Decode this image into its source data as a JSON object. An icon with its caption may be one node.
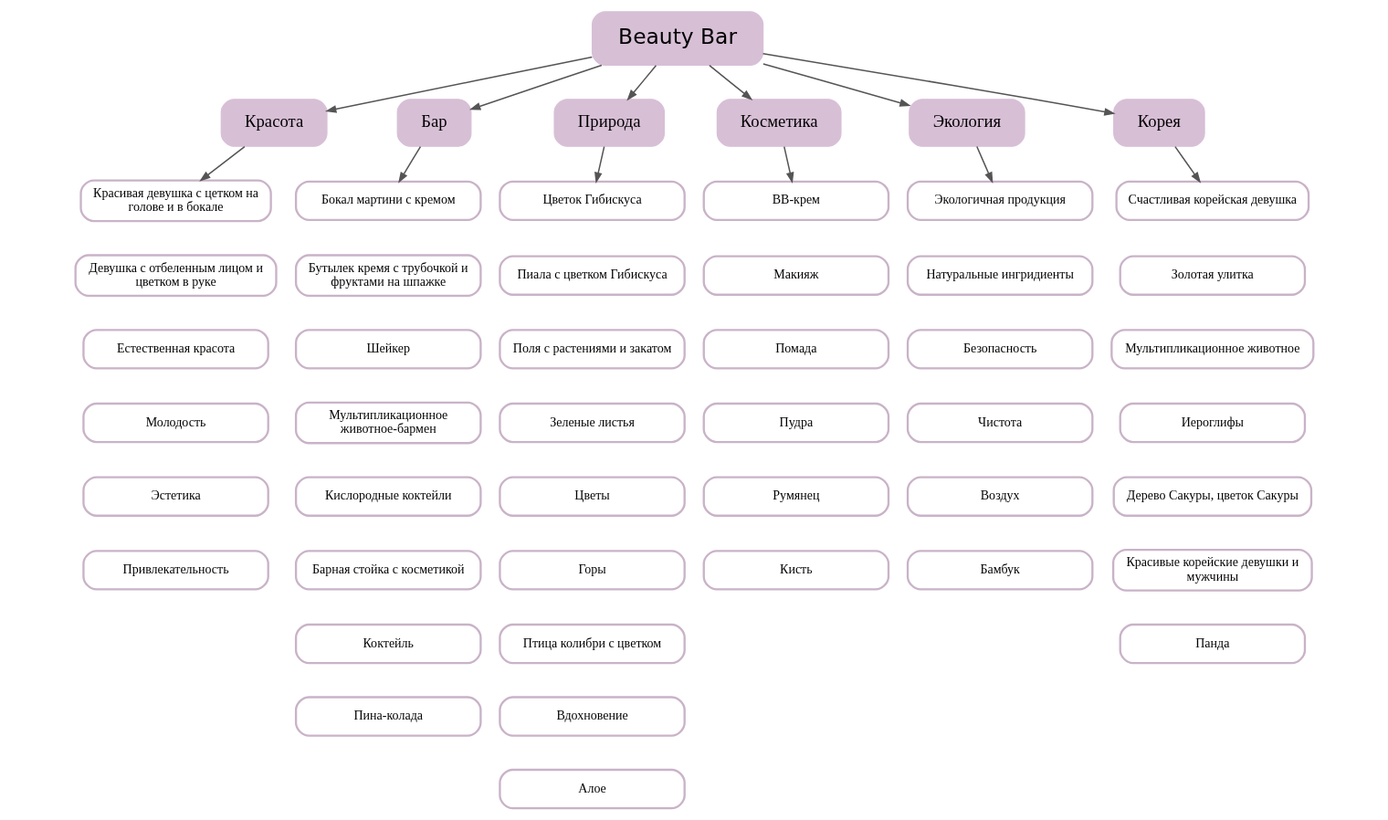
{
  "diagram": {
    "nodes": [
      {
        "text": [
          "Beauty Bar"
        ]
      },
      {
        "text": [
          "Красота"
        ]
      },
      {
        "text": [
          "Красивая девушка с цетком на голове и в бокале"
        ]
      },
      {
        "text": [
          "Девушка с отбеленным лицом и цветком в руке"
        ]
      },
      {
        "text": [
          "Естественная красота"
        ]
      },
      {
        "text": [
          "Молодость"
        ]
      },
      {
        "text": [
          "Эстетика"
        ]
      },
      {
        "text": [
          "Привлекательность"
        ]
      },
      {
        "text": [
          "Бар"
        ]
      },
      {
        "text": [
          "Бокал мартини с кремом"
        ]
      },
      {
        "text": [
          "Бутылек кремя с трубочкой и фруктами на шпажке"
        ]
      },
      {
        "text": [
          "Шейкер"
        ]
      },
      {
        "text": [
          "Мультипликационное животное-бармен"
        ]
      },
      {
        "text": [
          "Кислородные коктейли"
        ]
      },
      {
        "text": [
          "Барная стойка с косметикой"
        ]
      },
      {
        "text": [
          "Коктейль"
        ]
      },
      {
        "text": [
          "Пина-колада"
        ]
      },
      {
        "text": [
          "Природа"
        ]
      },
      {
        "text": [
          "Цветок Гибискуса"
        ]
      },
      {
        "text": [
          "Пиала с цветком Гибискуса"
        ]
      },
      {
        "text": [
          "Поля с растениями и закатом"
        ]
      },
      {
        "text": [
          "Зеленые листья"
        ]
      },
      {
        "text": [
          "Цветы"
        ]
      },
      {
        "text": [
          "Горы"
        ]
      },
      {
        "text": [
          "Птица колибри с цветком"
        ]
      },
      {
        "text": [
          "Вдохновение"
        ]
      },
      {
        "text": [
          "Алое"
        ]
      },
      {
        "text": [
          "Косметика"
        ]
      },
      {
        "text": [
          "BB-крем"
        ]
      },
      {
        "text": [
          "Макияж"
        ]
      },
      {
        "text": [
          "Помада"
        ]
      },
      {
        "text": [
          "Пудра"
        ]
      },
      {
        "text": [
          "Румянец"
        ]
      },
      {
        "text": [
          "Кисть"
        ]
      },
      {
        "text": [
          "Экология"
        ]
      },
      {
        "text": [
          "Экологичная продукция"
        ]
      },
      {
        "text": [
          "Натуральные ингридиенты"
        ]
      },
      {
        "text": [
          "Безопасность"
        ]
      },
      {
        "text": [
          "Чистота"
        ]
      },
      {
        "text": [
          "Воздух"
        ]
      },
      {
        "text": [
          "Бамбук"
        ]
      },
      {
        "text": [
          "Корея"
        ]
      },
      {
        "text": [
          "Счастливая корейская девушка"
        ]
      },
      {
        "text": [
          "Золотая улитка"
        ]
      },
      {
        "text": [
          "Мультипликационное животное"
        ]
      },
      {
        "text": [
          "Иероглифы"
        ]
      },
      {
        "text": [
          "Дерево Сакуры, цветок Сакуры"
        ]
      },
      {
        "text": [
          "Красивые корейские девушки и мужчины"
        ]
      },
      {
        "text": [
          "Панда"
        ]
      }
    ],
    "edges": [
      {
        "from": 0,
        "to": 1,
        "arrow": "to"
      },
      {
        "from": 1,
        "to": 2,
        "arrow": "to"
      },
      {
        "from": 0,
        "to": 8,
        "arrow": "to"
      },
      {
        "from": 8,
        "to": 9,
        "arrow": "to"
      },
      {
        "from": 0,
        "to": 17,
        "arrow": "to"
      },
      {
        "from": 17,
        "to": 18,
        "arrow": "to"
      },
      {
        "from": 0,
        "to": 27,
        "arrow": "to"
      },
      {
        "from": 27,
        "to": 28,
        "arrow": "to"
      },
      {
        "from": 0,
        "to": 34,
        "arrow": "to"
      },
      {
        "from": 34,
        "to": 35,
        "arrow": "to"
      },
      {
        "from": 0,
        "to": 41,
        "arrow": "to"
      },
      {
        "from": 41,
        "to": 42,
        "arrow": "to"
      }
    ]
  }
}
